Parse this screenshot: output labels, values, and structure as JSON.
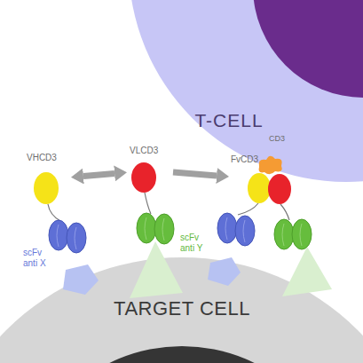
{
  "diagram": {
    "nodes": [
      {
        "text": [
          "T-CELL"
        ]
      },
      {
        "text": [
          "VHCD3"
        ]
      },
      {
        "text": [
          "VLCD3"
        ]
      },
      {
        "text": [
          "FvCD3"
        ]
      },
      {
        "text": [
          "TARGET CELL"
        ]
      }
    ],
    "edges": [
      {
        "from": 1,
        "to": 2,
        "arrow": "both"
      },
      {
        "from": 2,
        "to": 3,
        "arrow": "to"
      }
    ],
    "labels": [
      "CD3",
      "scFv anti X",
      "scFv anti Y"
    ]
  }
}
